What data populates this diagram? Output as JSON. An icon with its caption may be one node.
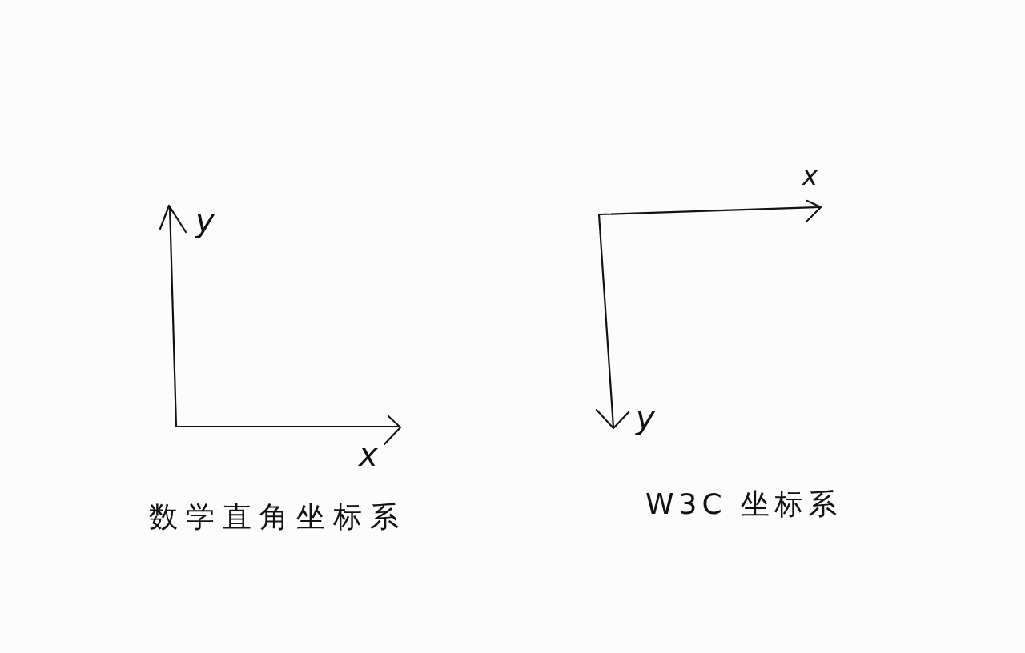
{
  "diagram": {
    "labels": [
      "y",
      "x",
      "数学直角坐标系",
      "x",
      "y",
      "W3C 坐标系"
    ]
  }
}
